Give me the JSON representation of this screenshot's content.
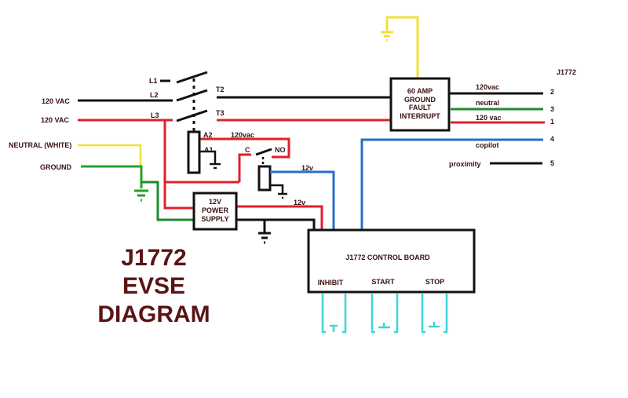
{
  "title": {
    "line1": "J1772",
    "line2": "EVSE",
    "line3": "DIAGRAM"
  },
  "inputs": {
    "line1_label": "120 VAC",
    "line2_label": "120 VAC",
    "neutral_label": "NEUTRAL (WHITE)",
    "ground_label": "GROUND"
  },
  "contactor": {
    "l1": "L1",
    "l2": "L2",
    "l3": "L3",
    "t2": "T2",
    "t3": "T3",
    "a1": "A1",
    "a2": "A2"
  },
  "relay": {
    "c": "C",
    "no": "NO",
    "coil_feed": "120vac",
    "coil_signal": "12v"
  },
  "power_supply": {
    "line1": "12V",
    "line2": "POWER",
    "line3": "SUPPLY",
    "output": "12v"
  },
  "gfi": {
    "line1": "60 AMP",
    "line2": "GROUND",
    "line3": "FAULT",
    "line4": "INTERRUPT"
  },
  "connector": {
    "title": "J1772",
    "pins": [
      {
        "label": "120vac",
        "pin": "2"
      },
      {
        "label": "neutral",
        "pin": "3"
      },
      {
        "label": "120 vac",
        "pin": "1"
      },
      {
        "label": "copilot",
        "pin": "4"
      },
      {
        "label": "proximity",
        "pin": "5"
      }
    ]
  },
  "control_board": {
    "title": "J1772 CONTROL BOARD",
    "inputs": [
      "INHIBIT",
      "START",
      "STOP"
    ]
  },
  "colors": {
    "hot": "#e0202a",
    "line": "#111111",
    "neutral": "#1f8a2e",
    "ground_green": "#2aa02a",
    "yellow": "#f2e03a",
    "signal": "#2a6fc4",
    "switch": "#3fd6d6",
    "text": "#3a1010"
  }
}
